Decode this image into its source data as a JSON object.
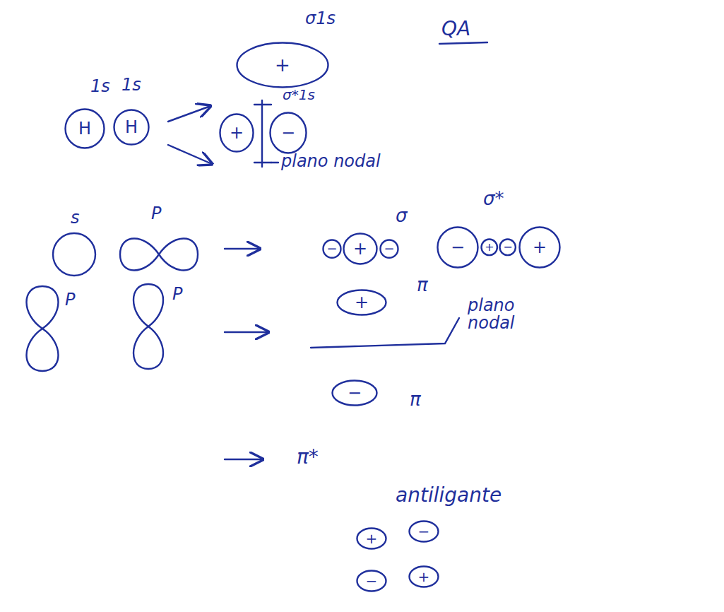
{
  "diagram": {
    "nodes": [
      {
        "text": [
          "H"
        ]
      },
      {
        "text": [
          "H"
        ]
      },
      {
        "text": [
          "+"
        ]
      },
      {
        "text": [
          "+"
        ]
      },
      {
        "text": [
          "−"
        ]
      },
      {
        "text": [
          "−"
        ]
      },
      {
        "text": [
          "+"
        ]
      },
      {
        "text": [
          "−"
        ]
      },
      {
        "text": [
          "−"
        ]
      },
      {
        "text": [
          "+"
        ]
      },
      {
        "text": [
          "−"
        ]
      },
      {
        "text": [
          "+"
        ]
      },
      {
        "text": [
          "+"
        ]
      },
      {
        "text": [
          "−"
        ]
      },
      {
        "text": [
          "+"
        ]
      },
      {
        "text": [
          "−"
        ]
      },
      {
        "text": [
          "−"
        ]
      },
      {
        "text": [
          "+"
        ]
      }
    ],
    "labels": [
      "QA",
      "1s",
      "1s",
      "σ1s",
      "σ*1s",
      "plano nodal",
      "s",
      "P",
      "σ",
      "σ*",
      "P",
      "P",
      "π",
      "plano nodal",
      "π",
      "π*",
      "antiligante"
    ]
  }
}
